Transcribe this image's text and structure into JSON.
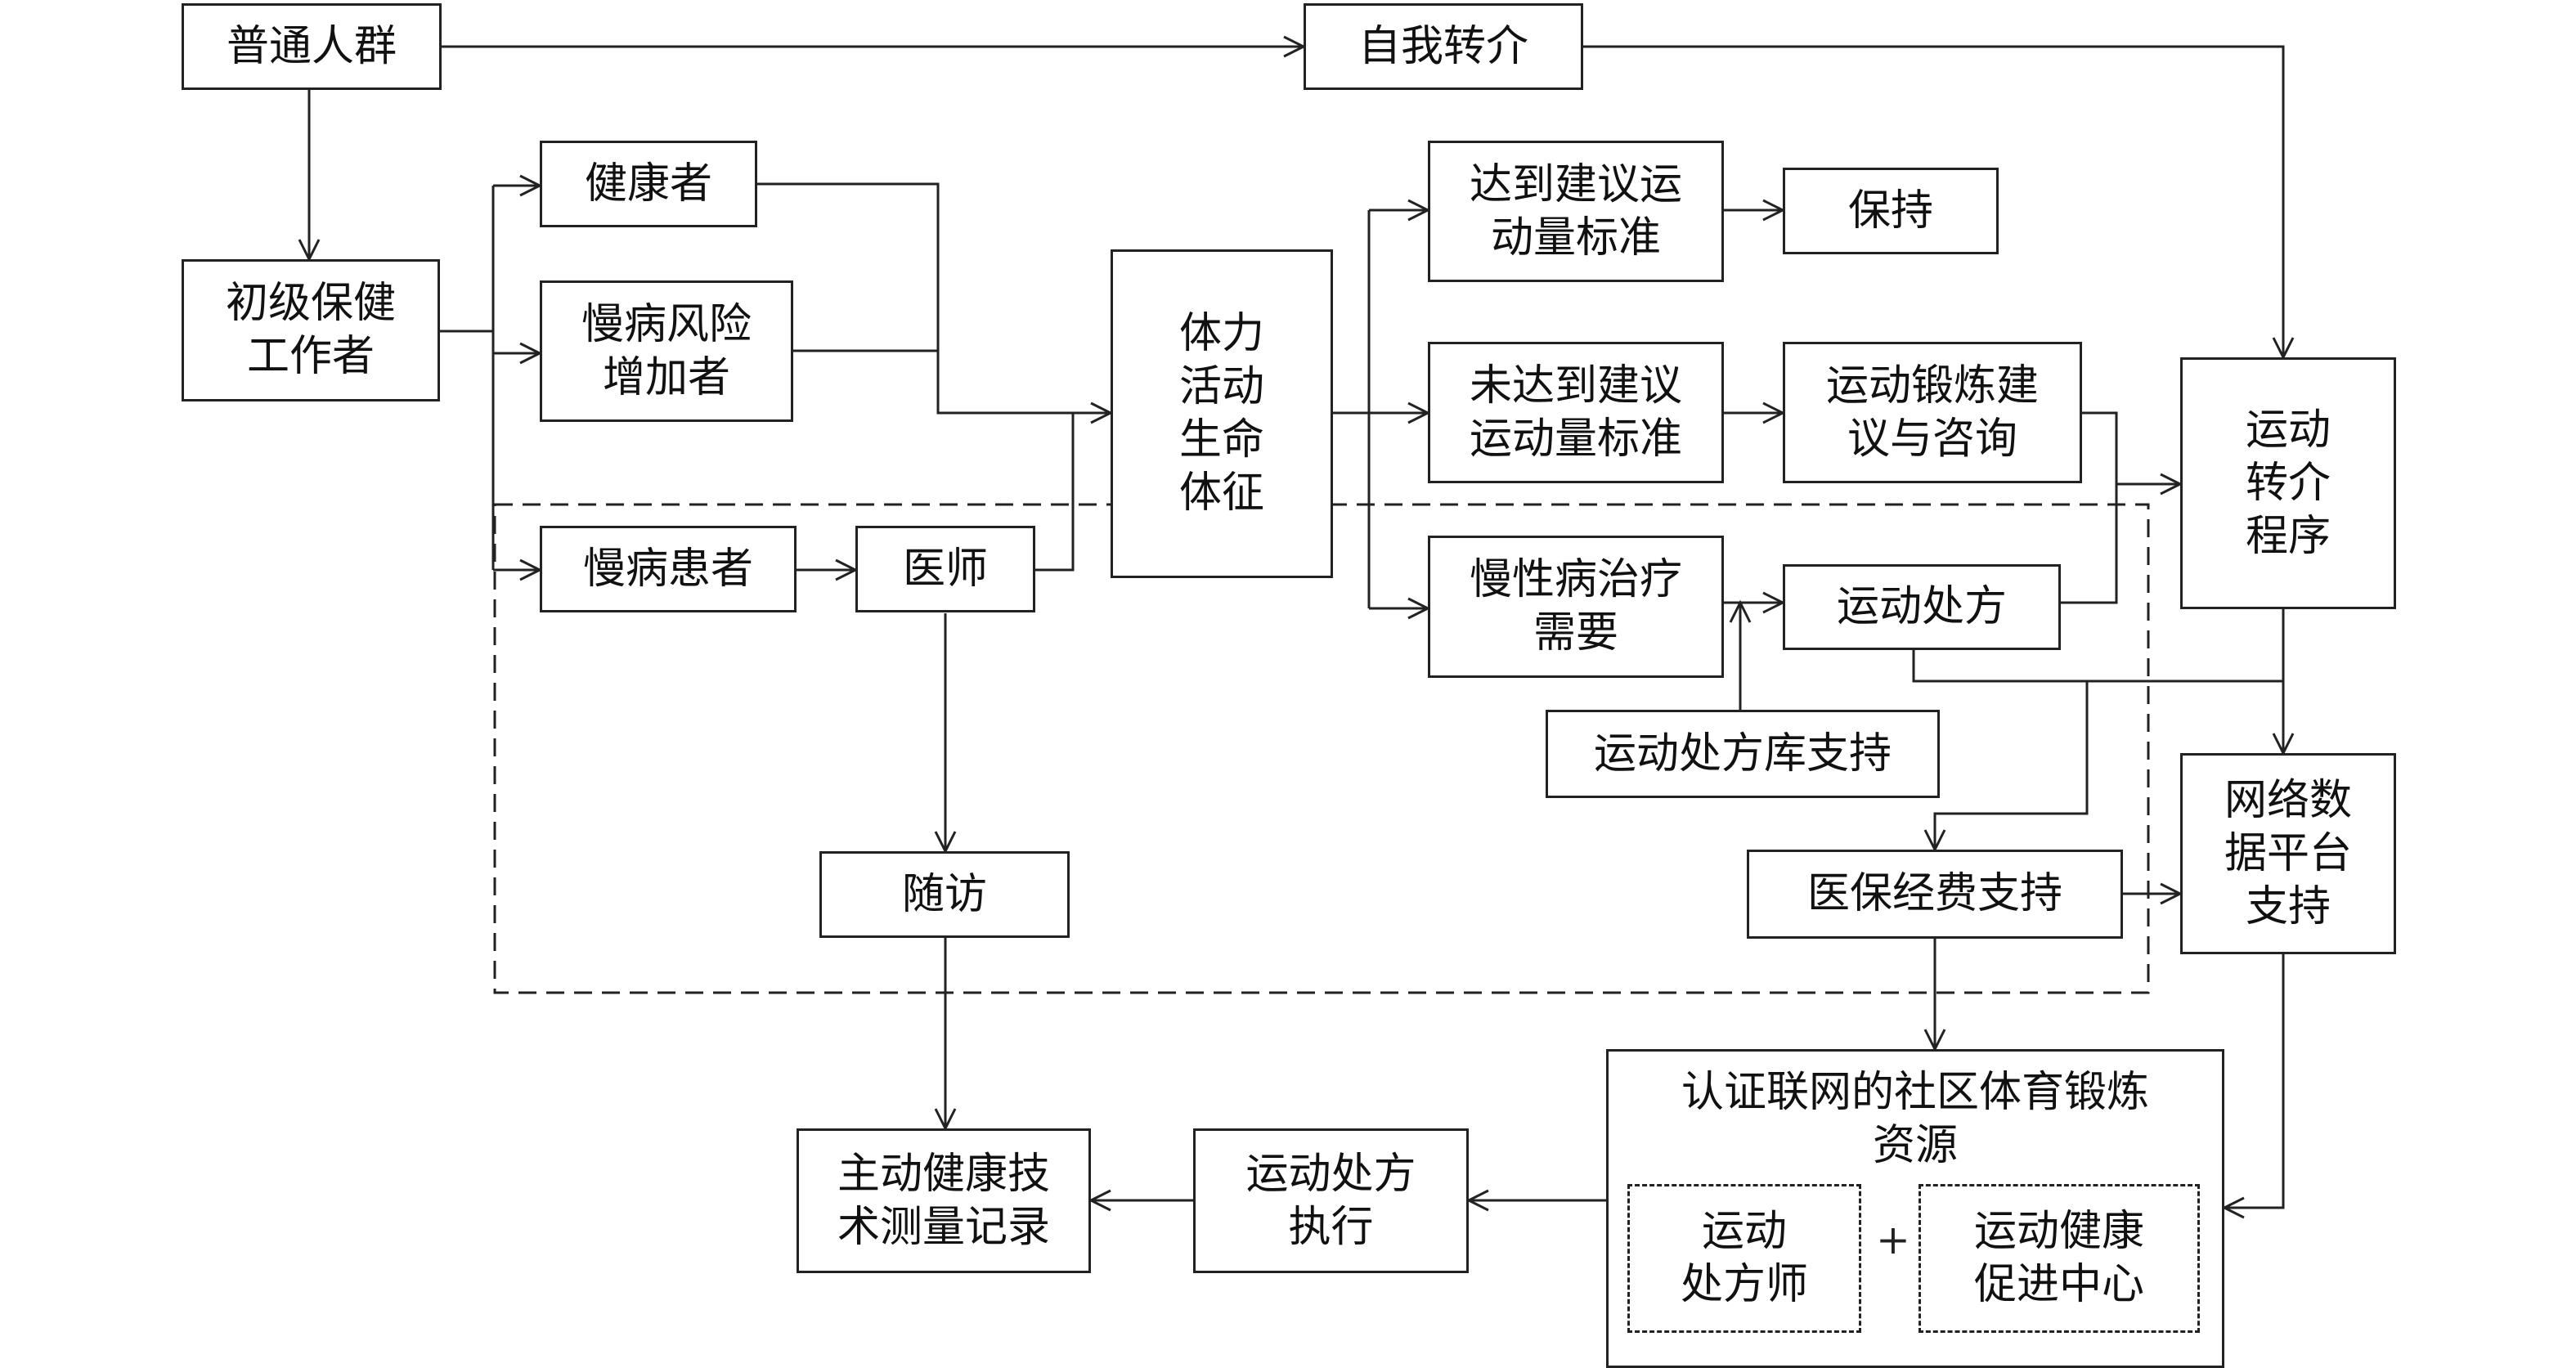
{
  "nodes": {
    "general_population": "普通人群",
    "self_referral": "自我转介",
    "primary_care": "初级保健\n工作者",
    "healthy": "健康者",
    "chronic_risk": "慢病风险\n增加者",
    "chronic_patient": "慢病患者",
    "physician": "医师",
    "vital_sign": "体力\n活动\n生命\n体征",
    "met_standard": "达到建议运\n动量标准",
    "maintain": "保持",
    "not_met_standard": "未达到建议\n运动量标准",
    "exercise_advice": "运动锻炼建\n议与咨询",
    "chronic_treatment": "慢性病治疗\n需要",
    "exercise_prescription": "运动处方",
    "referral_program": "运动\n转介\n程序",
    "prescription_library": "运动处方库支持",
    "network_platform": "网络数\n据平台\n支持",
    "follow_up": "随访",
    "insurance_support": "医保经费支持",
    "community_resources": "认证联网的社区体育锻炼\n资源",
    "prescriber": "运动\n处方师",
    "plus": "+",
    "promotion_center": "运动健康\n促进中心",
    "prescription_execution": "运动处方\n执行",
    "active_health_record": "主动健康技\n术测量记录"
  }
}
